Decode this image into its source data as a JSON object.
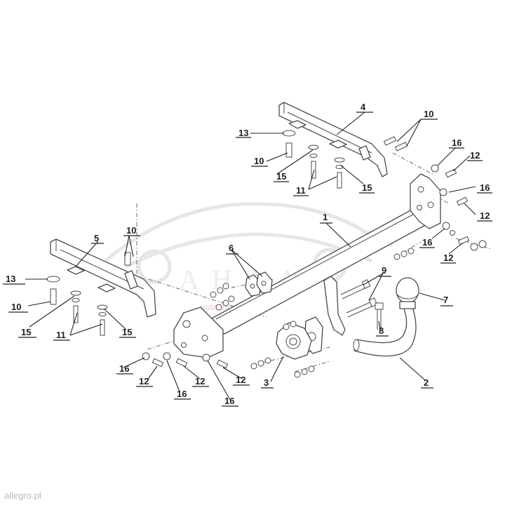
{
  "diagram": {
    "callouts": {
      "c1": "1",
      "c2": "2",
      "c3": "3",
      "c4": "4",
      "c5": "5",
      "c6": "6",
      "c7": "7",
      "c8": "8",
      "c9": "9",
      "c10a": "10",
      "c10b": "10",
      "c10c": "10",
      "c10d": "10",
      "c11a": "11",
      "c11b": "11",
      "c12a": "12",
      "c12b": "12",
      "c12c": "12",
      "c12d": "12",
      "c12e": "12",
      "c12f": "12",
      "c13a": "13",
      "c13b": "13",
      "c15a": "15",
      "c15b": "15",
      "c15c": "15",
      "c15d": "15",
      "c16a": "16",
      "c16b": "16",
      "c16c": "16",
      "c16d": "16",
      "c16e": "16",
      "c16f": "16"
    },
    "watermark": {
      "logo_text": "AHAA",
      "sub_text": "auto-haak.nl"
    }
  },
  "footer": {
    "watermark_text": "allegro.pl"
  }
}
